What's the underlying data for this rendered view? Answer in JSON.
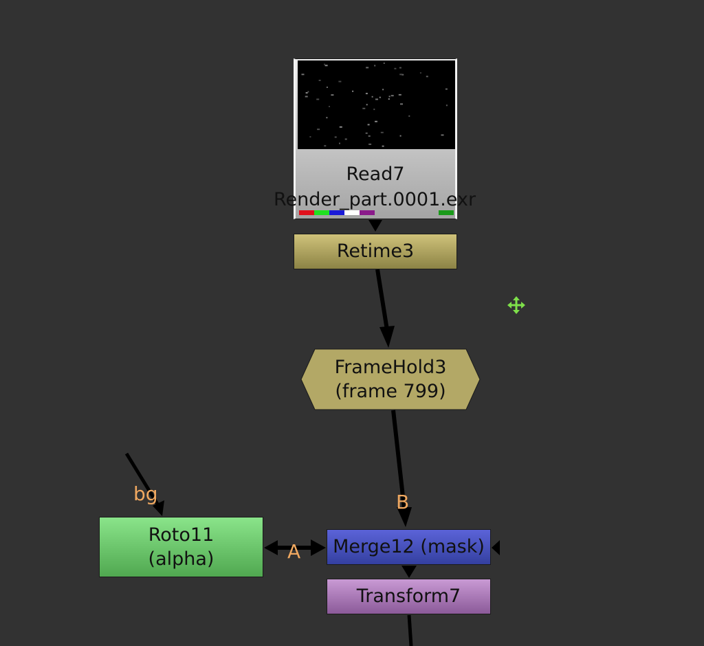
{
  "nodes": {
    "read": {
      "name": "Read7",
      "file": "Render_part.0001.exr"
    },
    "retime": {
      "name": "Retime3"
    },
    "framehold": {
      "name": "FrameHold3",
      "sub": "(frame 799)"
    },
    "roto": {
      "name": "Roto11",
      "sub": "(alpha)"
    },
    "merge": {
      "name": "Merge12 (mask)"
    },
    "transform": {
      "name": "Transform7"
    }
  },
  "inputs": {
    "bg": "bg",
    "b": "B",
    "a": "A"
  },
  "channel_colors": [
    "#e0101c",
    "#20e020",
    "#1a1ad8",
    "#ffffff",
    "#8a1a8a"
  ],
  "colors": {
    "background": "#323232",
    "read": "#b8b8b8",
    "retime": "#b0a45e",
    "framehold": "#b3a866",
    "roto": "#6fd06f",
    "merge": "#4850c0",
    "transform": "#b07fbd",
    "input_label": "#f0a860",
    "cursor": "#7ee04a"
  },
  "icons": {
    "cursor": "move-cursor-icon"
  }
}
